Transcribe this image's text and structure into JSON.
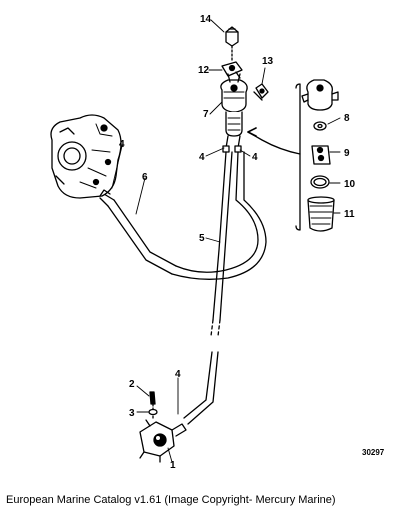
{
  "callouts": {
    "c1": "1",
    "c2": "2",
    "c3": "3",
    "c4a": "4",
    "c4b": "4",
    "c4c": "4",
    "c4d": "4",
    "c5": "5",
    "c6": "6",
    "c7": "7",
    "c8": "8",
    "c9": "9",
    "c10": "10",
    "c11": "11",
    "c12": "12",
    "c13": "13",
    "c14": "14"
  },
  "reference_number": "30297",
  "caption": "European Marine Catalog v1.61 (Image Copyright- Mercury Marine)",
  "colors": {
    "ink": "#000000",
    "background": "#ffffff"
  }
}
